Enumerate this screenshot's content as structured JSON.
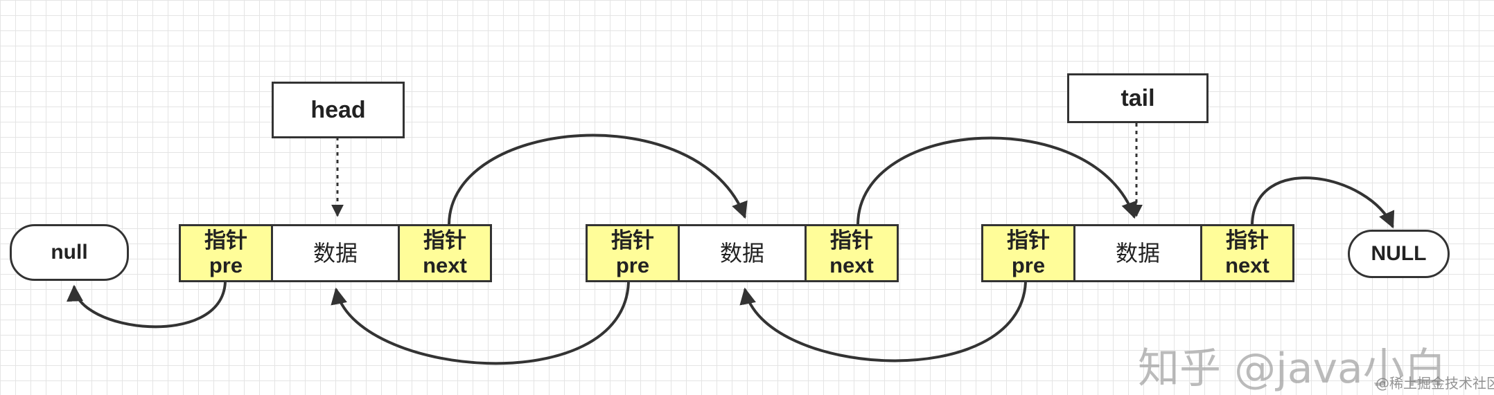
{
  "labels": {
    "head": "head",
    "tail": "tail",
    "null_left": "null",
    "null_right": "NULL"
  },
  "nodes": [
    {
      "pre_line1": "指针",
      "pre_line2": "pre",
      "data": "数据",
      "next_line1": "指针",
      "next_line2": "next"
    },
    {
      "pre_line1": "指针",
      "pre_line2": "pre",
      "data": "数据",
      "next_line1": "指针",
      "next_line2": "next"
    },
    {
      "pre_line1": "指针",
      "pre_line2": "pre",
      "data": "数据",
      "next_line1": "指针",
      "next_line2": "next"
    }
  ],
  "watermark": {
    "main": "知乎 @java小白",
    "sub": "@稀土掘金技术社区"
  }
}
